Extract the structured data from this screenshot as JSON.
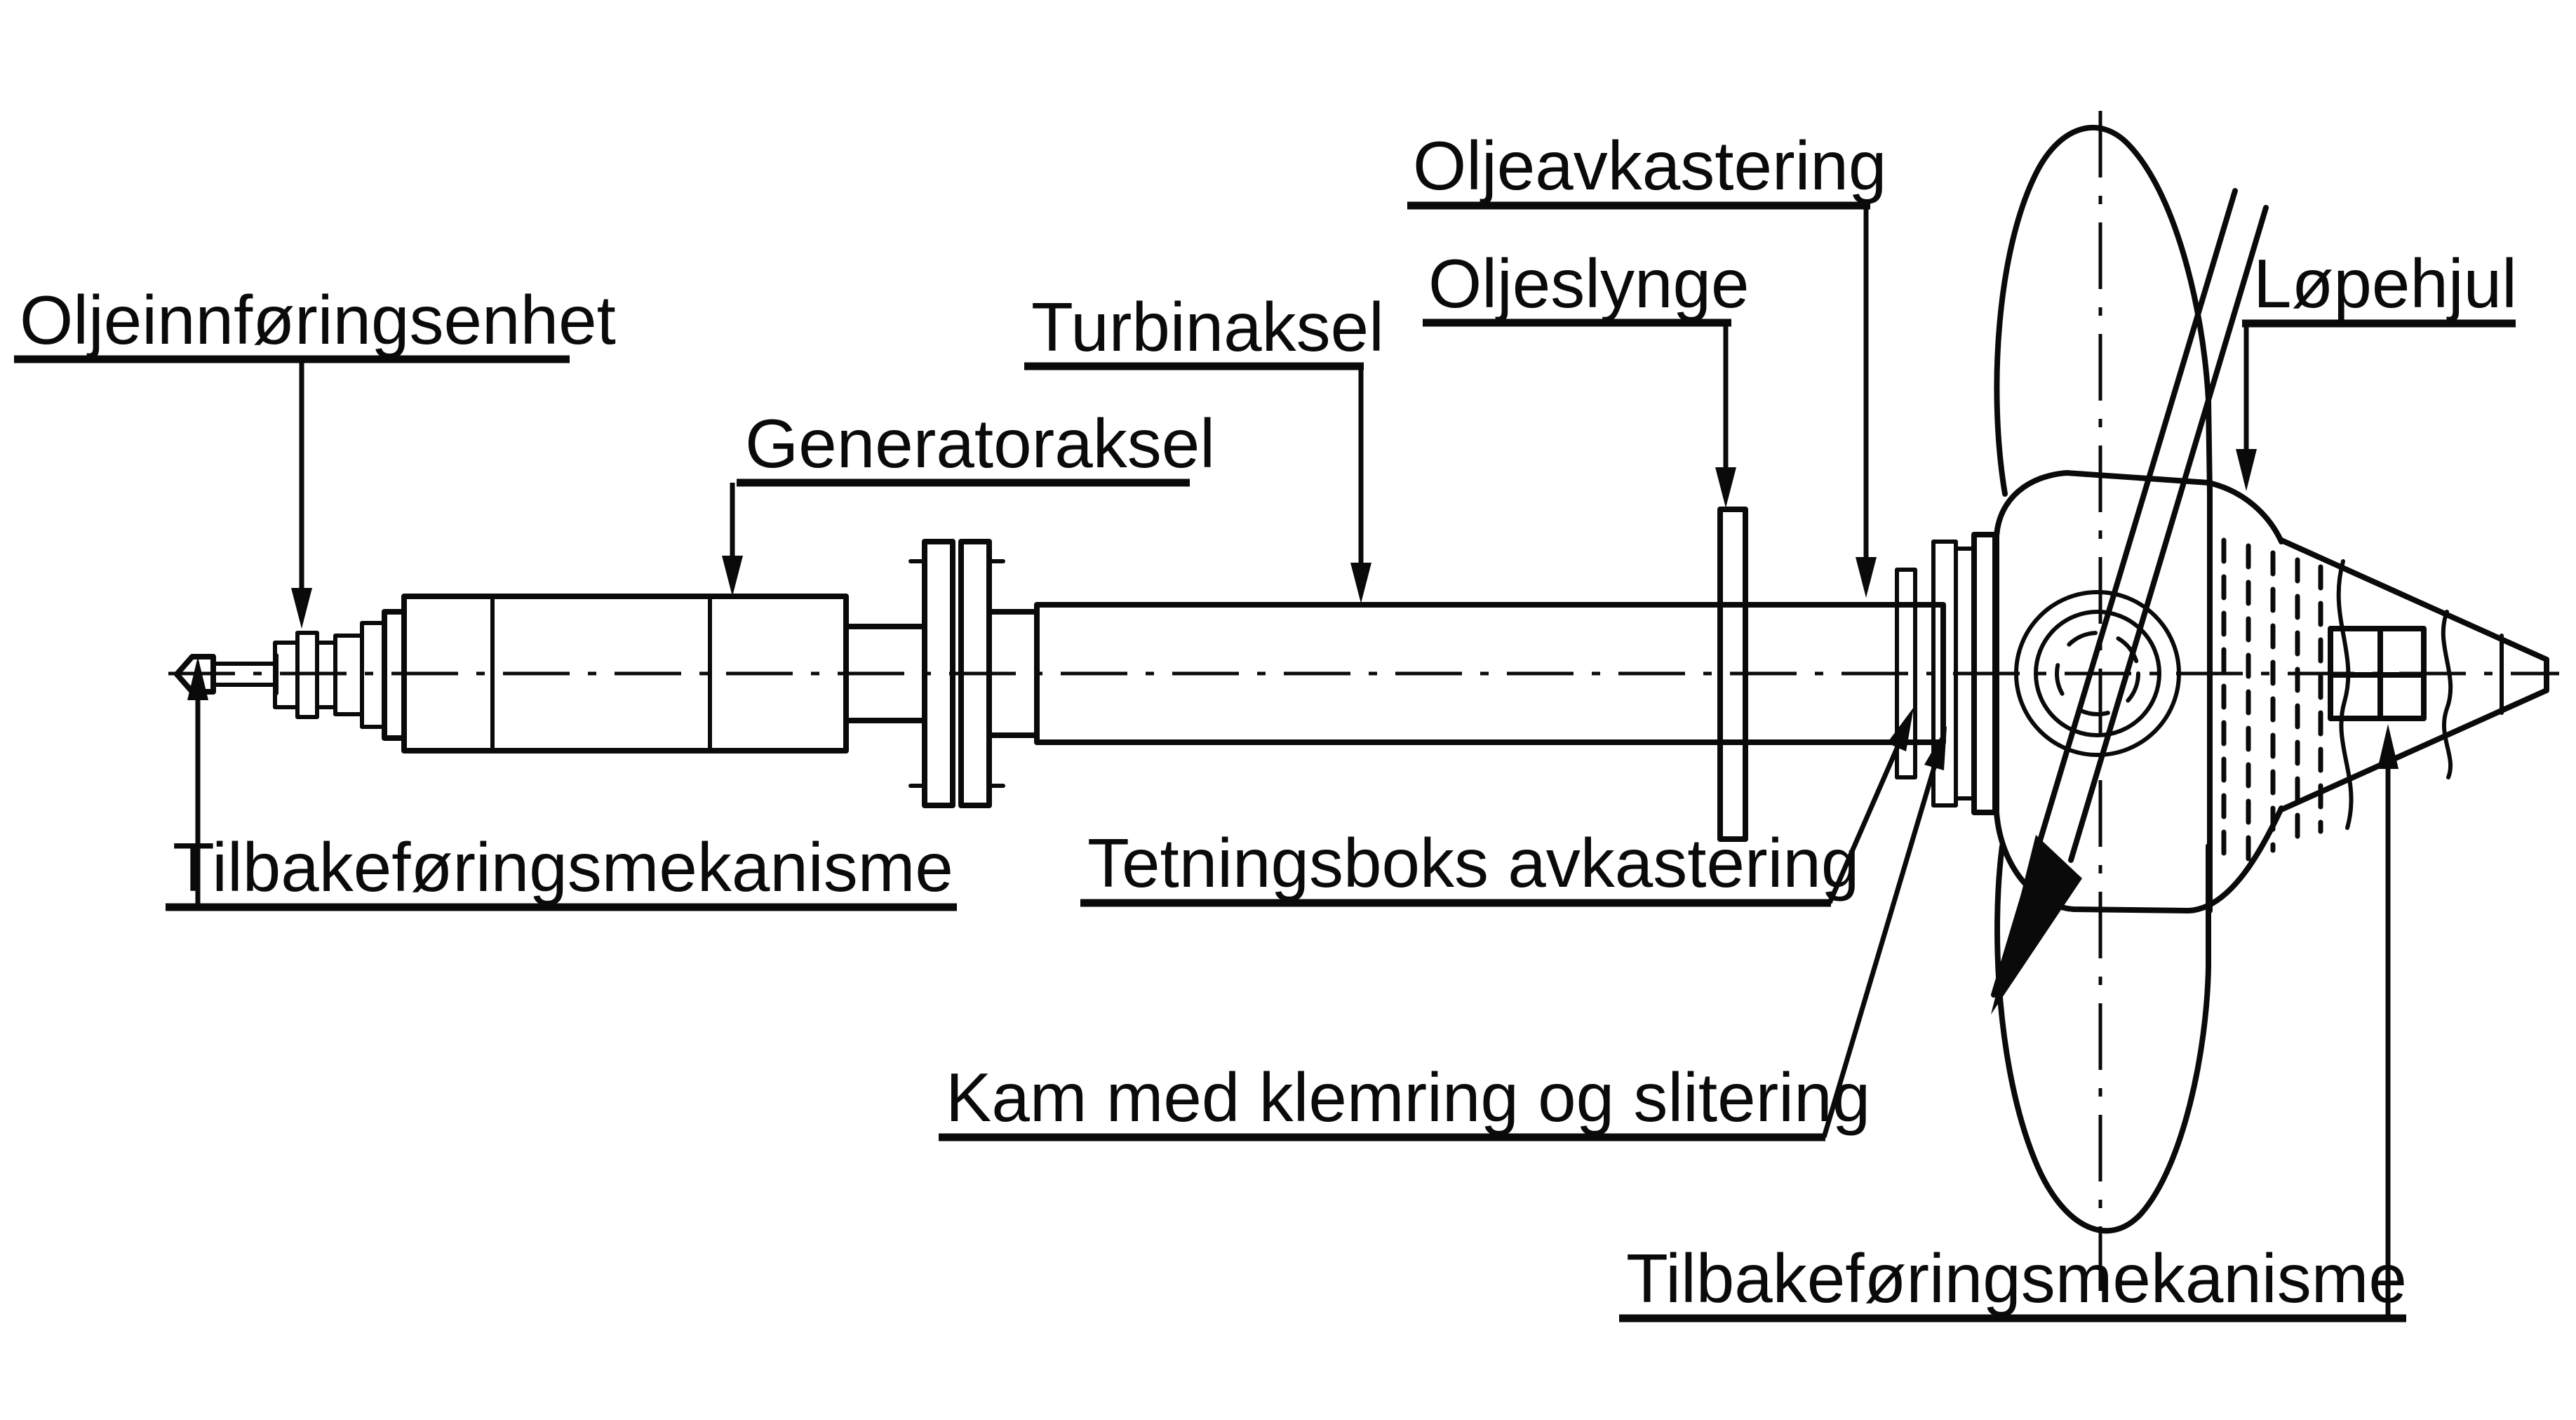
{
  "diagram": {
    "background_color": "#ffffff",
    "ink_color": "#0a0a0a",
    "labels": {
      "oljeinnforingsenhet": "Oljeinnføringsenhet",
      "generatoraksel": "Generatoraksel",
      "turbinaksel": "Turbinaksel",
      "oljeavkastering": "Oljeavkastering",
      "oljeslynge": "Oljeslynge",
      "lopehjul": "Løpehjul",
      "tilbakeforingsmekanisme_left": "Tilbakeføringsmekanisme",
      "tetningsboks_avkastering": "Tetningsboks avkastering",
      "kam_med_klemring_og_slitering": "Kam med klemring og slitering",
      "tilbakeforingsmekanisme_right": "Tilbakeføringsmekanisme"
    }
  }
}
